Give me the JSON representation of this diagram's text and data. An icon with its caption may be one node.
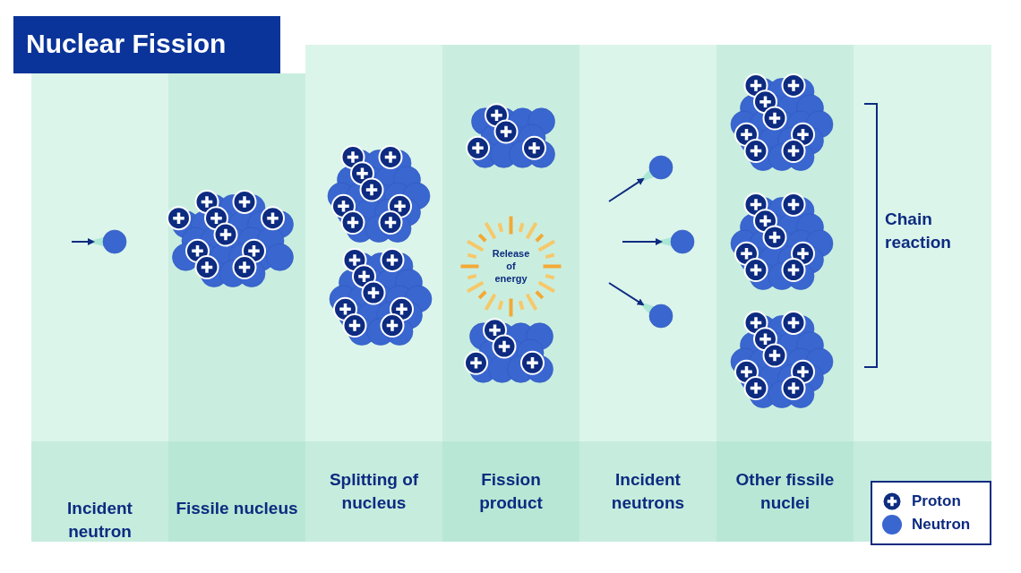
{
  "diagram": {
    "title": "Nuclear Fission",
    "nodes": [
      {
        "text": [
          "Incident neutron"
        ]
      },
      {
        "text": [
          "Fissile nucleus"
        ]
      },
      {
        "text": [
          "Splitting of nucleus"
        ]
      },
      {
        "text": [
          "Fission product"
        ]
      },
      {
        "text": [
          "Incident neutrons"
        ]
      },
      {
        "text": [
          "Other fissile nuclei"
        ]
      },
      {
        "text": [
          "Release of energy"
        ],
        "in": 3
      }
    ],
    "edges": [],
    "labels": [
      "Chain reaction"
    ],
    "legend": [
      {
        "text": "Proton"
      },
      {
        "text": "Neutron",
        "color": "#3a66d0"
      }
    ]
  }
}
